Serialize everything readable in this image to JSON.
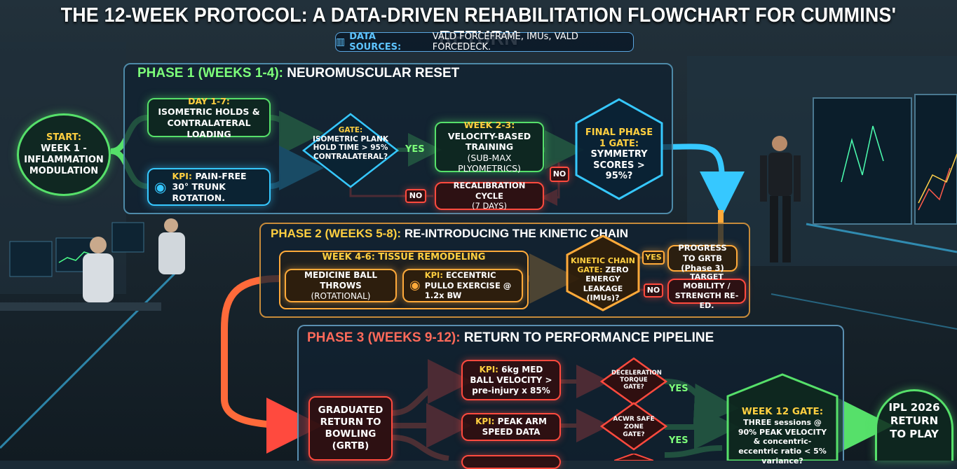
{
  "title": "THE 12-WEEK PROTOCOL: A DATA-DRIVEN REHABILITATION FLOWCHART FOR CUMMINS' RETURN",
  "sources": {
    "label": "DATA SOURCES:",
    "text": "VALD FORCEFRAME, IMUs, VALD FORCEDECK."
  },
  "start": {
    "label": "START:",
    "text": "WEEK 1 - INFLAMMATION MODULATION"
  },
  "phase1": {
    "title_a": "PHASE 1 (WEEKS 1-4):",
    "title_b": "NEUROMUSCULAR RESET",
    "day17_label": "DAY 1-7:",
    "day17_text": "ISOMETRIC HOLDS & CONTRALATERAL LOADING",
    "kpi_label": "KPI:",
    "kpi_text": "PAIN-FREE 30° TRUNK ROTATION.",
    "gate_label": "GATE:",
    "gate_text": "ISOMETRIC PLANK HOLD TIME > 95% CONTRALATERAL?",
    "yes": "YES",
    "no": "NO",
    "no2": "NO",
    "week23_label": "WEEK 2-3:",
    "week23_text": "VELOCITY-BASED TRAINING",
    "week23_sub": "(SUB-MAX PLYOMETRICS)",
    "recal_text": "RECALIBRATION CYCLE",
    "recal_sub": "(7 DAYS)",
    "final_label": "FINAL PHASE 1 GATE:",
    "final_text": "SYMMETRY SCORES > 95%?"
  },
  "phase2": {
    "title_a": "PHASE 2 (WEEKS 5-8):",
    "title_b": "RE-INTRODUCING THE KINETIC CHAIN",
    "week46": "WEEK 4-6: TISSUE REMODELING",
    "med_text": "MEDICINE BALL THROWS",
    "med_sub": "(ROTATIONAL)",
    "kpi_label": "KPI:",
    "kpi_text": "ECCENTRIC PULLO EXERCISE @ 1.2x BW",
    "gate_label": "KINETIC CHAIN GATE:",
    "gate_text": "ZERO ENERGY LEAKAGE (IMUs)?",
    "yes": "YES",
    "no": "NO",
    "progress": "PROGRESS TO GRTB (Phase 3)",
    "target": "TARGET MOBILITY / STRENGTH RE-ED."
  },
  "phase3": {
    "title_a": "PHASE 3 (WEEKS 9-12):",
    "title_b": "RETURN TO PERFORMANCE PIPELINE",
    "grtb": "GRADUATED RETURN TO BOWLING (GRTB)",
    "kpi1_label": "KPI:",
    "kpi1_text": "6kg MED BALL VELOCITY > pre-injury x 85%",
    "kpi2_label": "KPI:",
    "kpi2_text": "PEAK ARM SPEED DATA",
    "gate1": "DECELERATION TORQUE GATE?",
    "gate2": "ACWR SAFE ZONE GATE?",
    "yes1": "YES",
    "yes2": "YES",
    "w12_label": "WEEK 12 GATE:",
    "w12_text": "THREE sessions @ 90% PEAK VELOCITY & concentric-eccentric ratio < 5% variance?"
  },
  "end": {
    "text": "IPL 2026 RETURN TO PLAY"
  },
  "colors": {
    "green": "#56e06a",
    "cyan": "#36c8ff",
    "red": "#ff4a3e",
    "orange": "#ffaa3a",
    "yellow": "#ffcf40"
  }
}
